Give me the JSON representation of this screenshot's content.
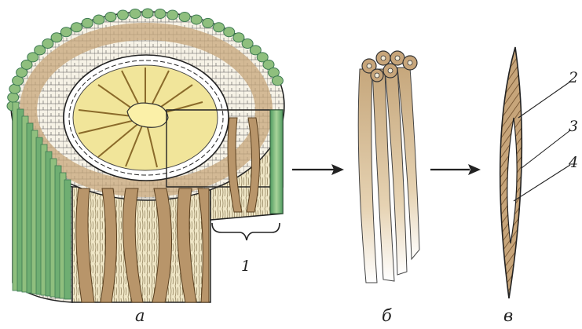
{
  "figure": {
    "panel_labels": [
      "а",
      "б",
      "в"
    ],
    "callouts": [
      "1",
      "2",
      "3",
      "4"
    ],
    "colors": {
      "epidermis": "#8fbf7e",
      "epidermis_dark": "#3d7a52",
      "bast_fiber": "#c7a57a",
      "bast_fiber_dark": "#7a5a35",
      "xylem": "#f1e59a",
      "xylem_ray": "#8a6a2a",
      "pith": "#fbf0a8",
      "cambium": "#ffffff",
      "outline": "#222222"
    }
  }
}
